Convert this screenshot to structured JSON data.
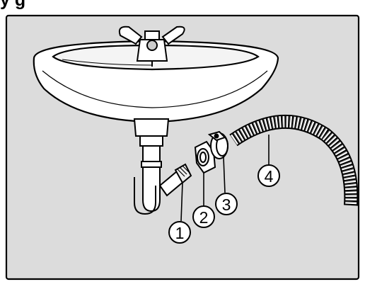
{
  "heading": "y         g",
  "callouts": [
    {
      "label": "1",
      "part": "hose-connector"
    },
    {
      "label": "2",
      "part": "union-nut"
    },
    {
      "label": "3",
      "part": "hose-clip"
    },
    {
      "label": "4",
      "part": "drain-hose"
    }
  ],
  "colors": {
    "panel": "#dcdcdc",
    "outline": "#000000",
    "fill": "#ffffff"
  }
}
